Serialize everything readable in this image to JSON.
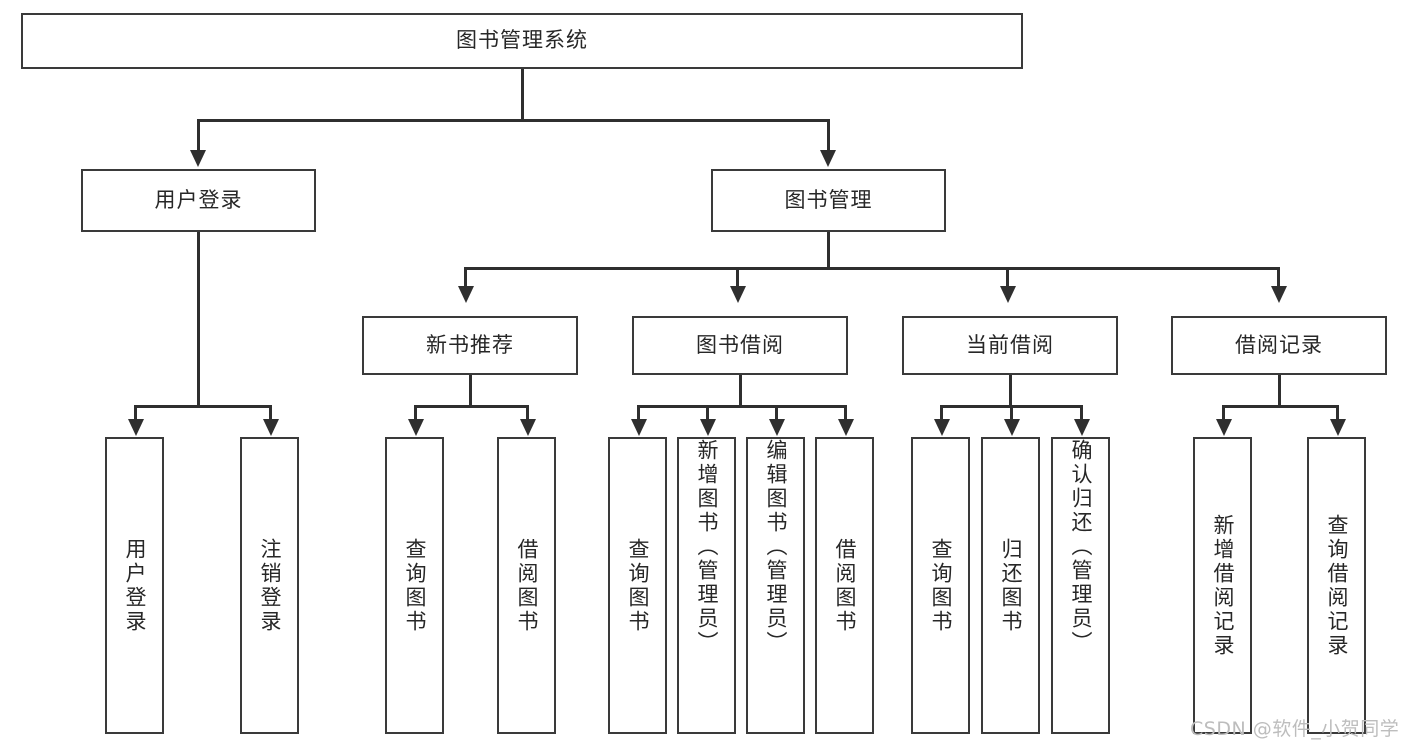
{
  "diagram": {
    "title": "图书管理系统",
    "type": "hierarchy-tree",
    "root": {
      "name": "root-node",
      "label": "图书管理系统"
    },
    "level2": [
      {
        "name": "user-login-node",
        "label": "用户登录"
      },
      {
        "name": "book-management-node",
        "label": "图书管理"
      }
    ],
    "level3": [
      {
        "name": "new-book-recommend-node",
        "label": "新书推荐"
      },
      {
        "name": "book-borrow-node",
        "label": "图书借阅"
      },
      {
        "name": "current-borrow-node",
        "label": "当前借阅"
      },
      {
        "name": "borrow-record-node",
        "label": "借阅记录"
      }
    ],
    "leaves": {
      "user_login": [
        {
          "name": "leaf-user-login",
          "label": "用户登录"
        },
        {
          "name": "leaf-logout-login",
          "label": "注销登录"
        }
      ],
      "new_book_recommend": [
        {
          "name": "leaf-query-book-1",
          "label": "查询图书"
        },
        {
          "name": "leaf-borrow-book-1",
          "label": "借阅图书"
        }
      ],
      "book_borrow": [
        {
          "name": "leaf-query-book-2",
          "label": "查询图书"
        },
        {
          "name": "leaf-add-book-admin",
          "label": "新增图书（管理员）"
        },
        {
          "name": "leaf-edit-book-admin",
          "label": "编辑图书（管理员）"
        },
        {
          "name": "leaf-borrow-book-2",
          "label": "借阅图书"
        }
      ],
      "current_borrow": [
        {
          "name": "leaf-query-book-3",
          "label": "查询图书"
        },
        {
          "name": "leaf-return-book",
          "label": "归还图书"
        },
        {
          "name": "leaf-confirm-return-admin",
          "label": "确认归还（管理员）"
        }
      ],
      "borrow_record": [
        {
          "name": "leaf-add-borrow-record",
          "label": "新增借阅记录"
        },
        {
          "name": "leaf-query-borrow-record",
          "label": "查询借阅记录"
        }
      ]
    }
  },
  "watermark": {
    "text": "CSDN @软件_小贺同学"
  },
  "colors": {
    "box_border": "#3a3a3a",
    "line": "#2f2f2f",
    "text": "#272727",
    "background": "#ffffff",
    "watermark": "#bdbdbd"
  }
}
